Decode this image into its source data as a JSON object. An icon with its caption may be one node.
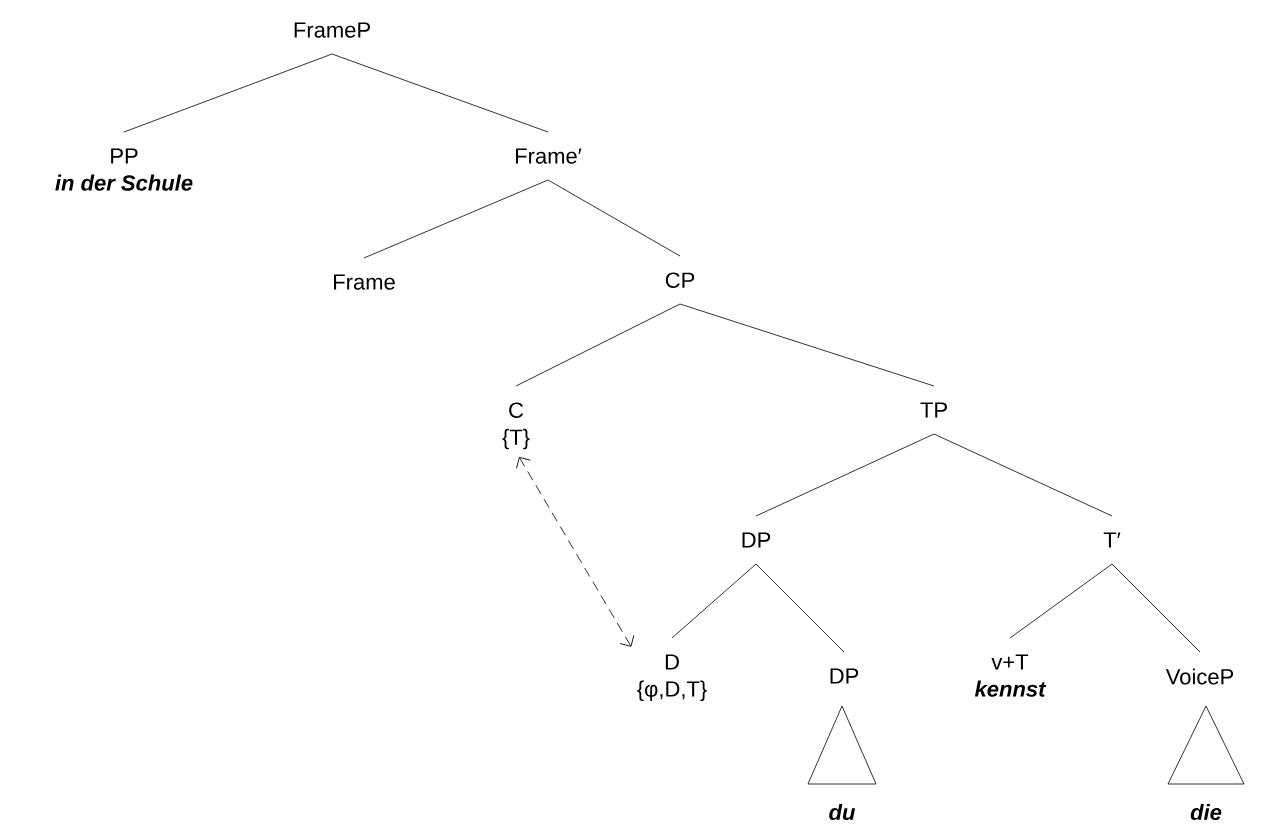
{
  "diagram": {
    "nodes": [
      {
        "text": [
          "FrameP"
        ]
      },
      {
        "text": [
          "PP",
          "in der Schule"
        ]
      },
      {
        "text": [
          "Frame′"
        ]
      },
      {
        "text": [
          "Frame"
        ]
      },
      {
        "text": [
          "CP"
        ]
      },
      {
        "text": [
          "C",
          "{T}"
        ]
      },
      {
        "text": [
          "TP"
        ]
      },
      {
        "text": [
          "DP"
        ]
      },
      {
        "text": [
          "T′"
        ]
      },
      {
        "text": [
          "D",
          "{φ,D,T}"
        ]
      },
      {
        "text": [
          "DP"
        ]
      },
      {
        "text": [
          "v+T",
          "kennst"
        ]
      },
      {
        "text": [
          "VoiceP"
        ]
      }
    ],
    "edges": [
      {
        "from": 0,
        "to": 1,
        "arrow": "none"
      },
      {
        "from": 0,
        "to": 2,
        "arrow": "none"
      },
      {
        "from": 2,
        "to": 3,
        "arrow": "none"
      },
      {
        "from": 2,
        "to": 4,
        "arrow": "none"
      },
      {
        "from": 4,
        "to": 5,
        "arrow": "none"
      },
      {
        "from": 4,
        "to": 6,
        "arrow": "none"
      },
      {
        "from": 6,
        "to": 7,
        "arrow": "none"
      },
      {
        "from": 6,
        "to": 8,
        "arrow": "none"
      },
      {
        "from": 7,
        "to": 9,
        "arrow": "none"
      },
      {
        "from": 7,
        "to": 10,
        "arrow": "none"
      },
      {
        "from": 8,
        "to": 11,
        "arrow": "none"
      },
      {
        "from": 8,
        "to": 12,
        "arrow": "none"
      },
      {
        "from": 5,
        "to": 9,
        "arrow": "both",
        "style": "dashed"
      }
    ],
    "labels": [
      "du",
      "die"
    ]
  }
}
